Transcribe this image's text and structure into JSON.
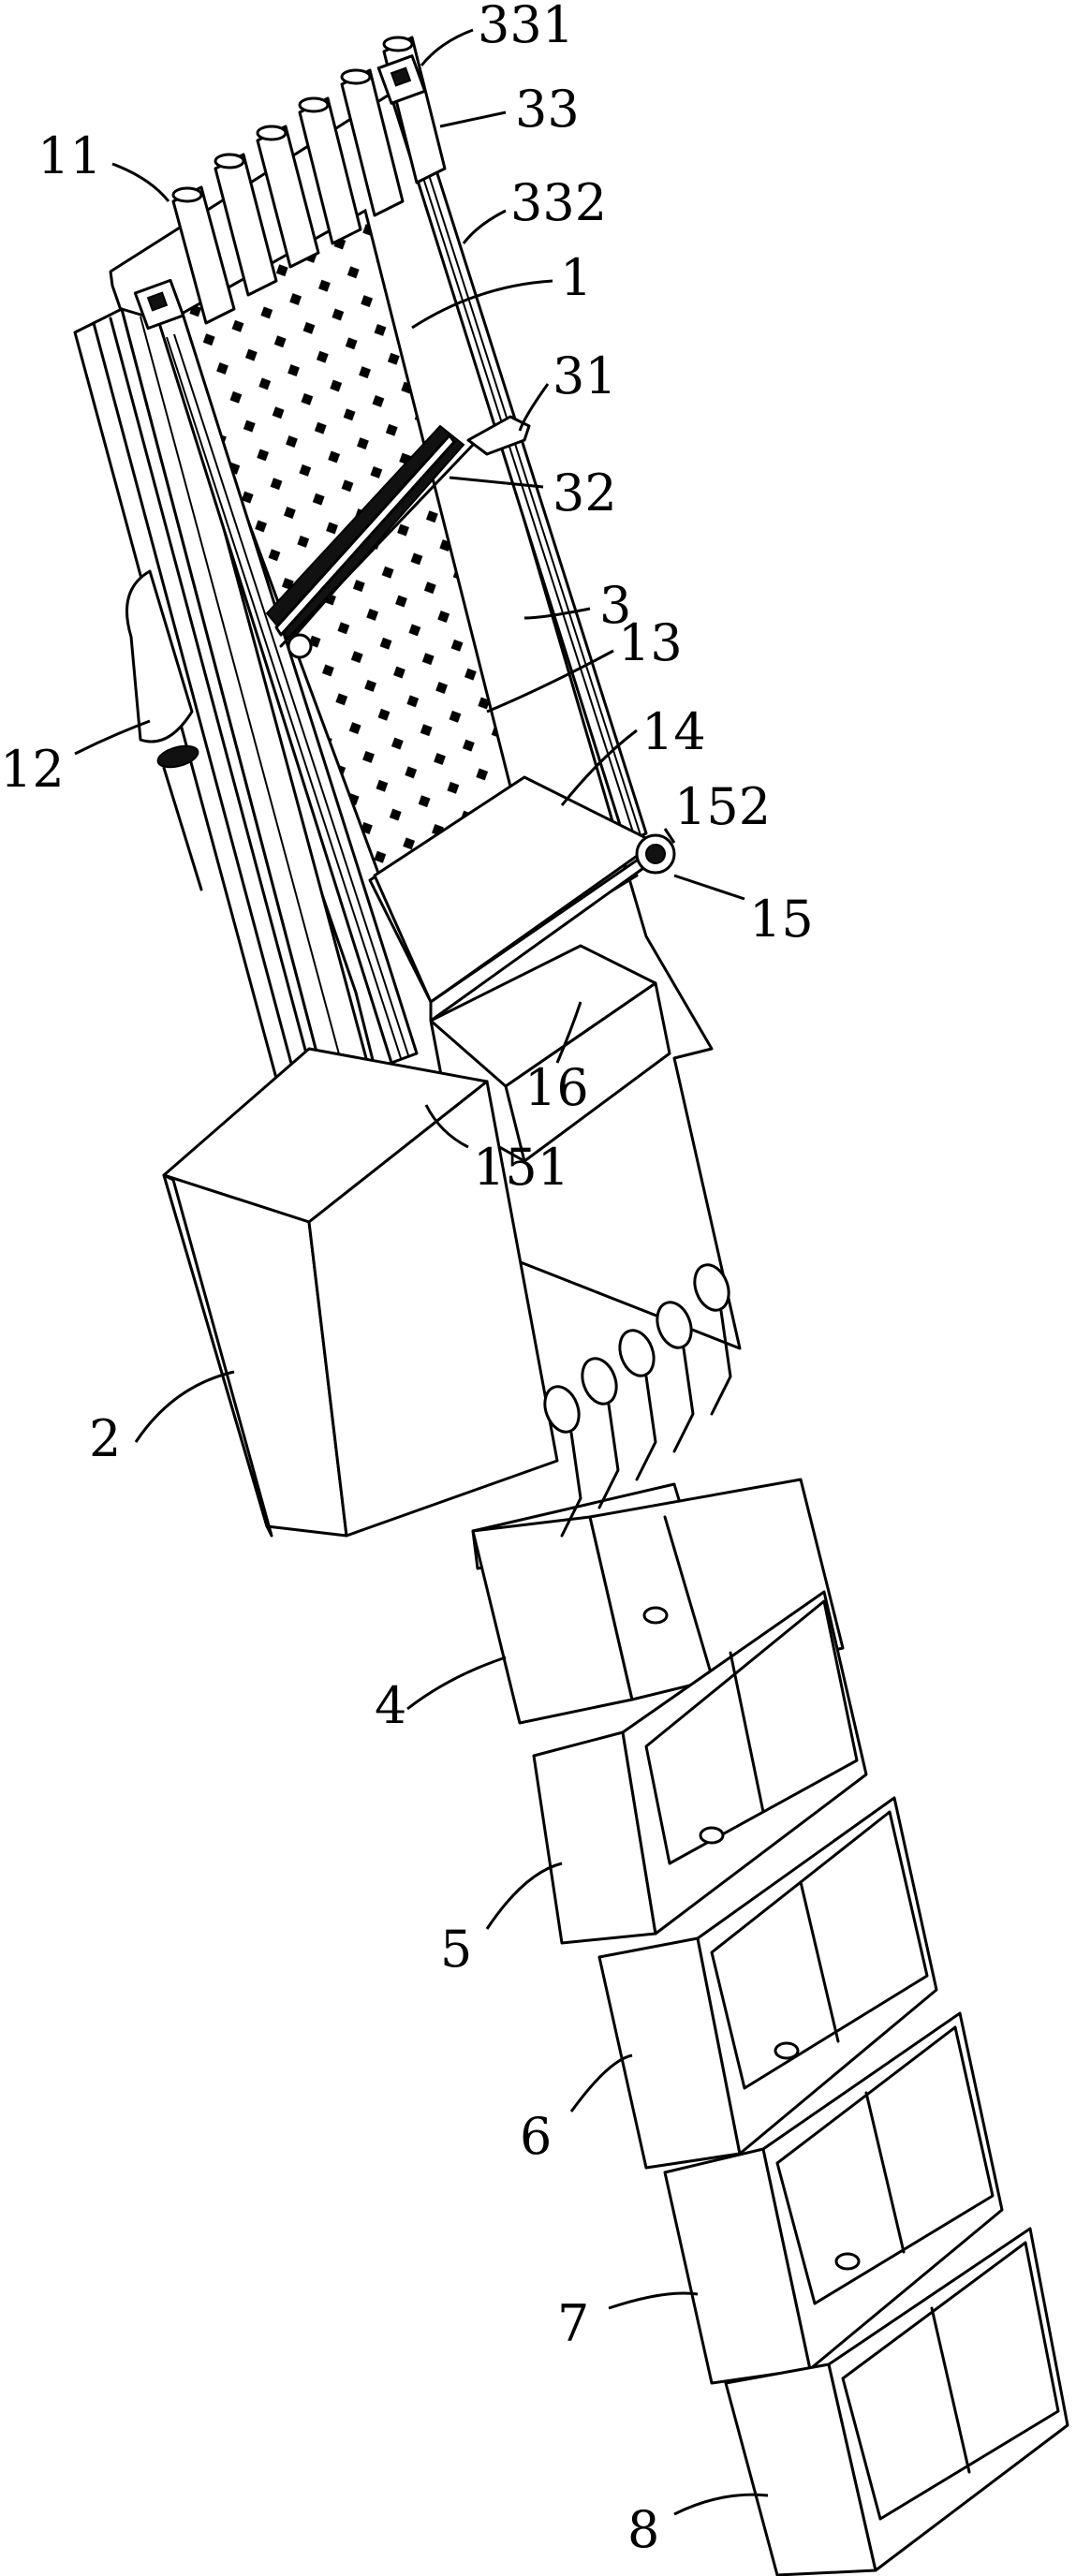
{
  "labels": {
    "l331": "331",
    "l33": "33",
    "l11": "11",
    "l332": "332",
    "l1": "1",
    "l31": "31",
    "l32": "32",
    "l3": "3",
    "l13": "13",
    "l12": "12",
    "l14": "14",
    "l152": "152",
    "l15": "15",
    "l16": "16",
    "l151": "151",
    "l2": "2",
    "l4": "4",
    "l5": "5",
    "l6": "6",
    "l7": "7",
    "l8": "8"
  }
}
